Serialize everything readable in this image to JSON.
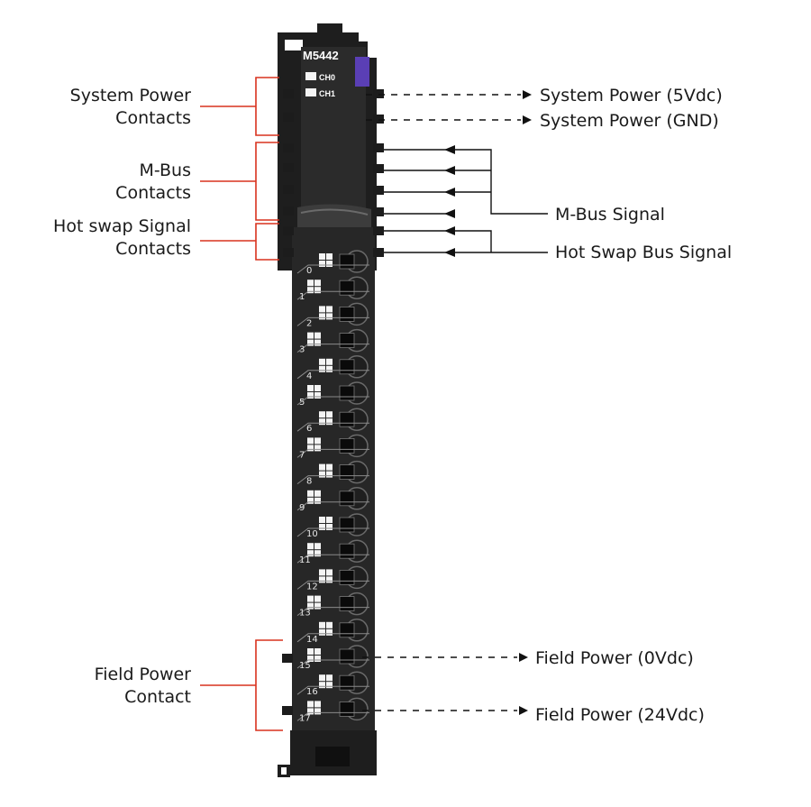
{
  "module": {
    "model": "M5442",
    "leds": [
      {
        "label": "CH0"
      },
      {
        "label": "CH1"
      }
    ],
    "accent_color": "#5a3fb5",
    "body_color": "#282828"
  },
  "left_labels": {
    "system_power": [
      "System Power",
      "Contacts"
    ],
    "mbus": [
      "M-Bus",
      "Contacts"
    ],
    "hotswap": [
      "Hot swap Signal",
      "Contacts"
    ],
    "field_power": [
      "Field Power",
      "Contact"
    ]
  },
  "right_labels": {
    "system_power_5v": "System Power (5Vdc)",
    "system_power_gnd": "System Power (GND)",
    "mbus_signal": "M-Bus Signal",
    "hotswap_bus_signal": "Hot Swap Bus Signal",
    "field_power_0v": "Field Power (0Vdc)",
    "field_power_24v": "Field Power (24Vdc)"
  },
  "terminals": [
    "0",
    "1",
    "2",
    "3",
    "4",
    "5",
    "6",
    "7",
    "8",
    "9",
    "10",
    "11",
    "12",
    "13",
    "14",
    "15",
    "16",
    "17"
  ],
  "colors": {
    "bracket": "#d9321e",
    "line": "#111111",
    "text": "#1a1a1a"
  }
}
